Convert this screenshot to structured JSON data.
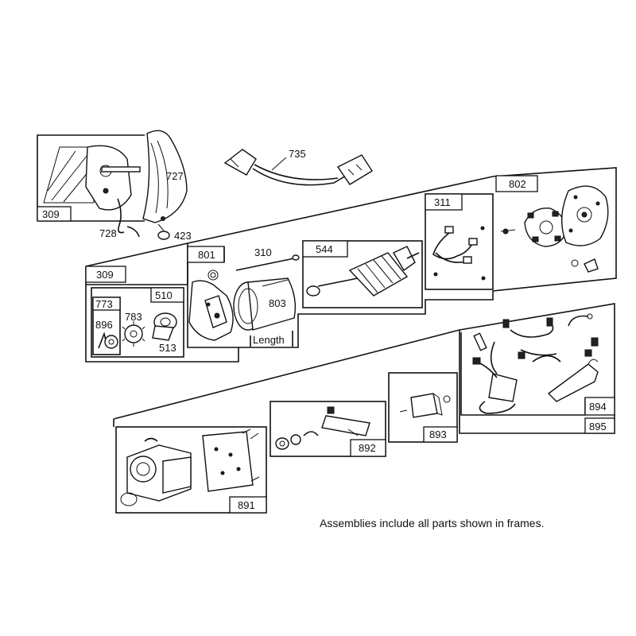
{
  "labels": {
    "p309_top": "309",
    "p727": "727",
    "p728": "728",
    "p423": "423",
    "p735": "735",
    "p309_main": "309",
    "p801": "801",
    "p310": "310",
    "p544": "544",
    "p311": "311",
    "p802": "802",
    "p773": "773",
    "p510": "510",
    "p783": "783",
    "p896": "896",
    "p513": "513",
    "p803": "803",
    "length": "Length",
    "p894": "894",
    "p895": "895",
    "p893": "893",
    "p892": "892",
    "p891": "891"
  },
  "footnote": "Assemblies include all parts shown in frames."
}
